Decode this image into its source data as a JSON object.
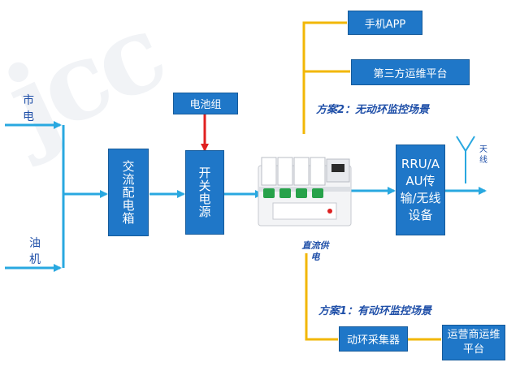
{
  "watermark": "jcc",
  "inputs": {
    "mains": "市电",
    "diesel": "油机"
  },
  "boxes": {
    "ac_distribution": "交流配电箱",
    "battery": "电池组",
    "switching_power": "开关电源",
    "rru": "RRU/AAU传输/无线设备",
    "mobile_app": "手机APP",
    "third_party": "第三方运维平台",
    "env_collector": "动环采集器",
    "operator_platform": "运营商运维平台"
  },
  "labels": {
    "plan2": "方案2：无动环监控场景",
    "plan1": "方案1：有动环监控场景",
    "dc_supply": "直流供电",
    "antenna": "天线"
  },
  "colors": {
    "box_blue": "#1f77c8",
    "line_cyan": "#29a8e0",
    "line_yellow": "#f2b705",
    "arrow_red": "#e02020"
  }
}
